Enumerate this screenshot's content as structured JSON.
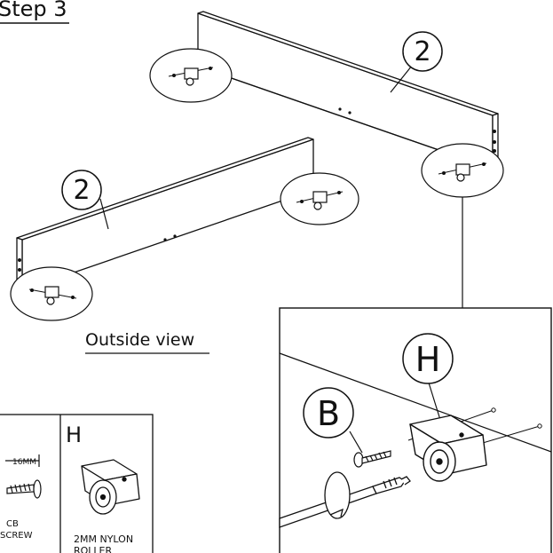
{
  "title": "Step 3",
  "panel_number_top": "2",
  "panel_number_left": "2",
  "outside_view_label": "Outside view",
  "detail": {
    "part_h": "H",
    "part_b": "B"
  },
  "parts_box": {
    "screw_size": "16MM",
    "screw_text_1": "CB",
    "screw_text_2": "SCREW",
    "roller_letter": "H",
    "roller_text_1": "2MM NYLON",
    "roller_text_2": "ROLLER"
  },
  "colors": {
    "line": "#111111",
    "background": "#ffffff"
  }
}
